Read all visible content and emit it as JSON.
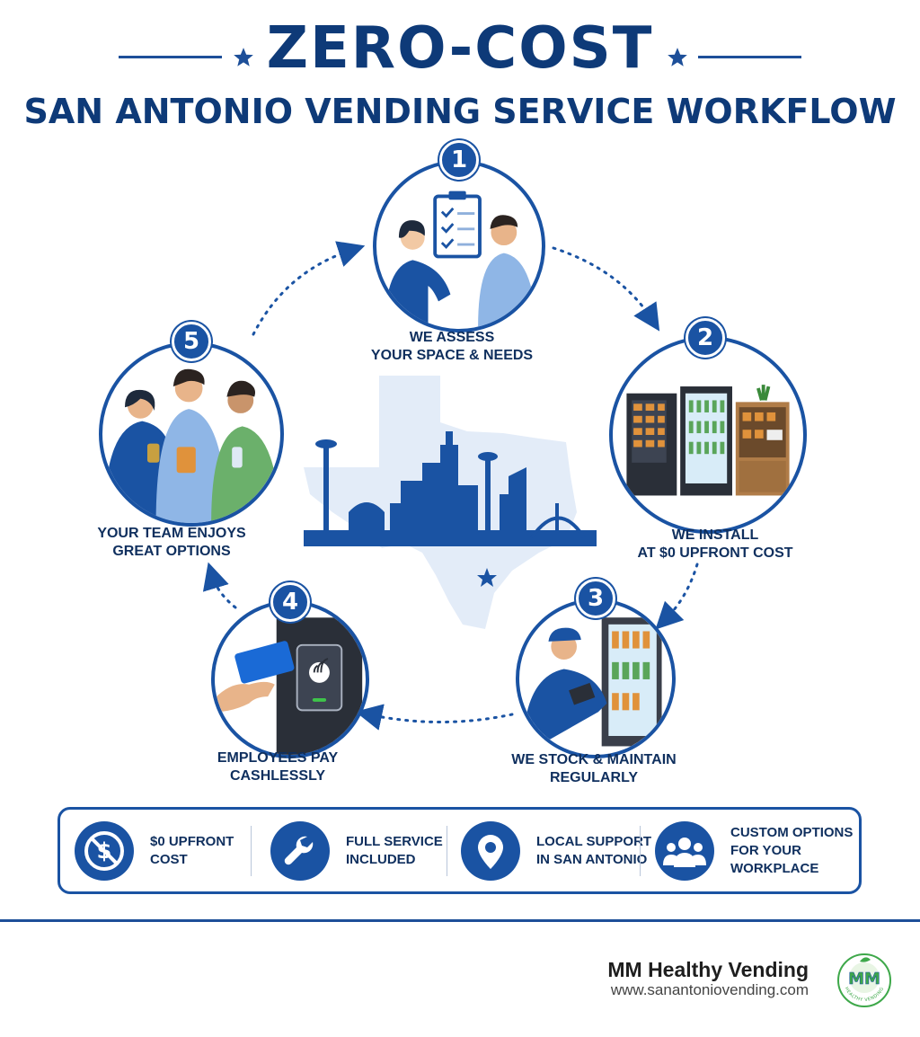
{
  "header": {
    "title": "ZERO-COST",
    "subtitle": "SAN ANTONIO VENDING SERVICE WORKFLOW"
  },
  "steps": [
    {
      "number": "1",
      "line1": "WE ASSESS",
      "line2": "YOUR SPACE & NEEDS"
    },
    {
      "number": "2",
      "line1": "WE INSTALL",
      "line2": "AT $0 UPFRONT COST"
    },
    {
      "number": "3",
      "line1": "WE STOCK & MAINTAIN",
      "line2": "REGULARLY"
    },
    {
      "number": "4",
      "line1": "EMPLOYEES PAY",
      "line2": "CASHLESSLY"
    },
    {
      "number": "5",
      "line1": "YOUR TEAM ENJOYS",
      "line2": "GREAT OPTIONS"
    }
  ],
  "features": [
    {
      "icon": "no-dollar-icon",
      "line1": "$0 UPFRONT",
      "line2": "COST"
    },
    {
      "icon": "wrench-icon",
      "line1": "FULL SERVICE",
      "line2": "INCLUDED"
    },
    {
      "icon": "location-pin-icon",
      "line1": "LOCAL SUPPORT",
      "line2": "IN SAN ANTONIO"
    },
    {
      "icon": "team-icon",
      "line1": "CUSTOM OPTIONS",
      "line2": "FOR YOUR WORKPLACE"
    }
  ],
  "brand": {
    "name": "MM Healthy Vending",
    "url": "www.sanantoniovending.com",
    "logo_text": "MM",
    "logo_ring_text": "HEALTHY VENDING"
  },
  "colors": {
    "primary": "#1a53a3",
    "title": "#0e3a78",
    "texas_map": "#e3ecf8",
    "skyline": "#1a53a3"
  }
}
